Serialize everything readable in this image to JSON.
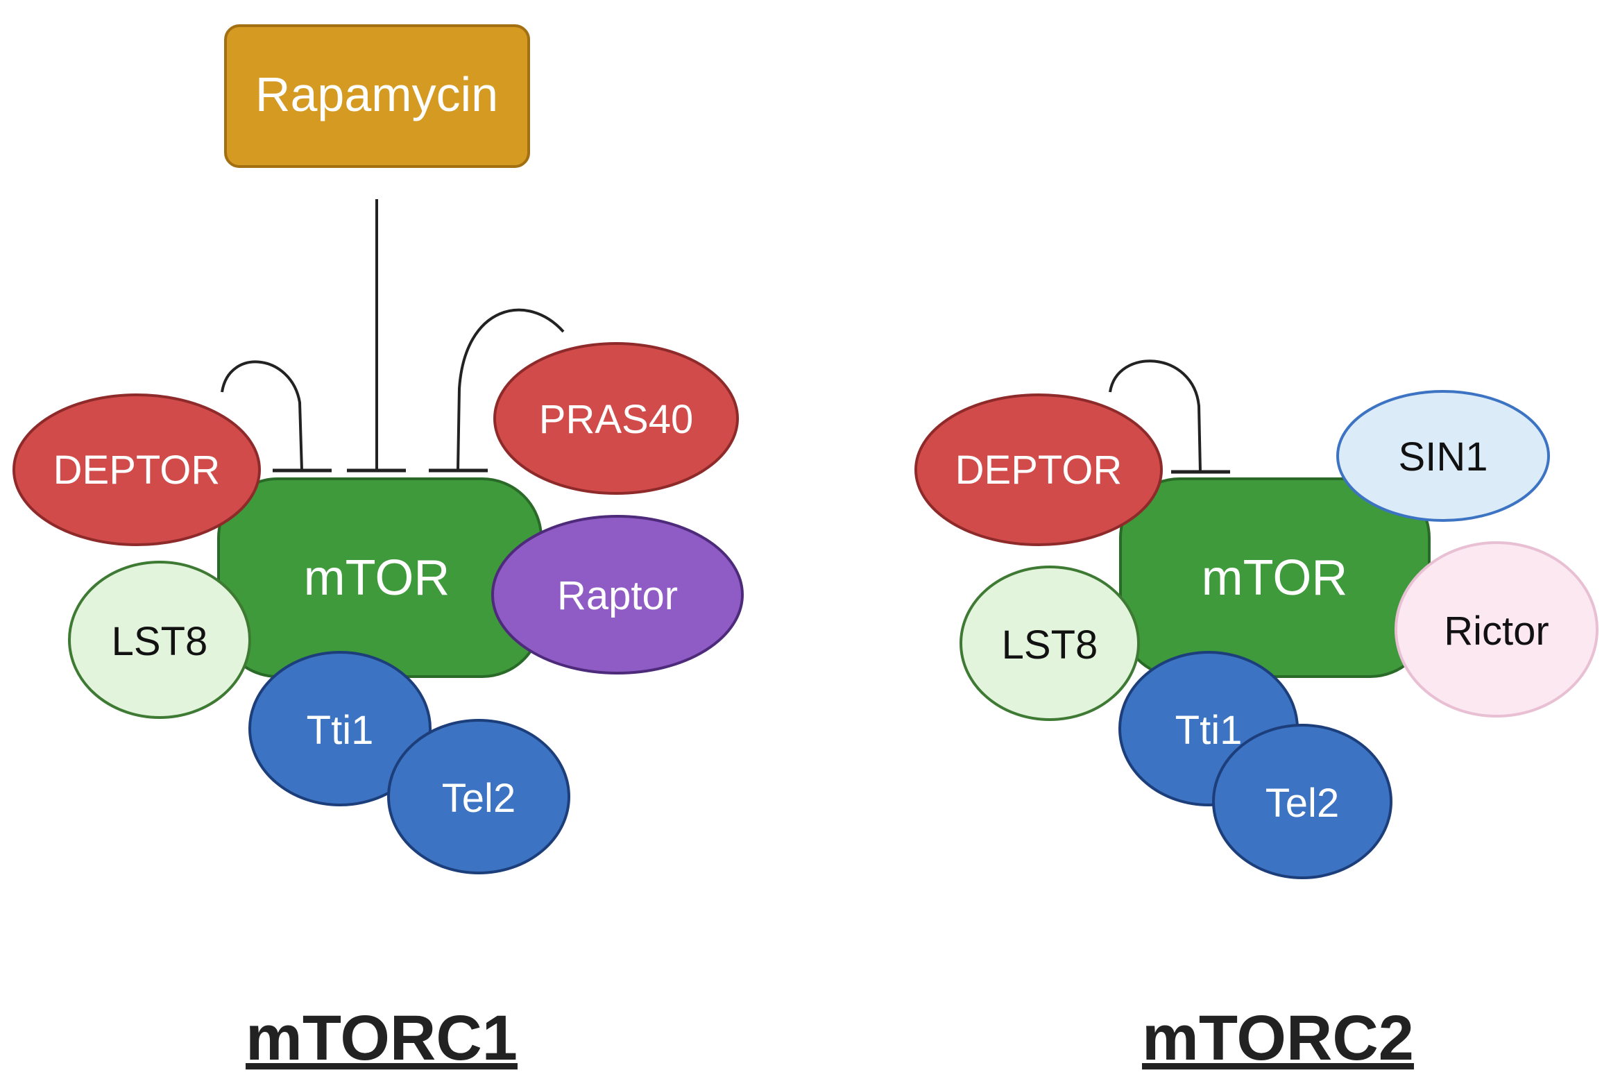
{
  "inhibitor": {
    "label": "Rapamycin",
    "color": "#D49A22"
  },
  "complexes": [
    {
      "title": "mTORC1",
      "core": {
        "label": "mTOR",
        "color": "#3E9A3A"
      },
      "components": {
        "deptor": {
          "label": "DEPTOR",
          "color": "#D24B4B"
        },
        "pras40": {
          "label": "PRAS40",
          "color": "#D24B4B"
        },
        "raptor": {
          "label": "Raptor",
          "color": "#8F5BC5"
        },
        "lst8": {
          "label": "LST8",
          "color": "#E3F4DC"
        },
        "tti1": {
          "label": "Tti1",
          "color": "#3C73C3"
        },
        "tel2": {
          "label": "Tel2",
          "color": "#3C73C3"
        }
      }
    },
    {
      "title": "mTORC2",
      "core": {
        "label": "mTOR",
        "color": "#3E9A3A"
      },
      "components": {
        "deptor": {
          "label": "DEPTOR",
          "color": "#D24B4B"
        },
        "sin1": {
          "label": "SIN1",
          "color": "#DCEBF8"
        },
        "rictor": {
          "label": "Rictor",
          "color": "#FBE8F1"
        },
        "lst8": {
          "label": "LST8",
          "color": "#E3F4DC"
        },
        "tti1": {
          "label": "Tti1",
          "color": "#3C73C3"
        },
        "tel2": {
          "label": "Tel2",
          "color": "#3C73C3"
        }
      }
    }
  ]
}
